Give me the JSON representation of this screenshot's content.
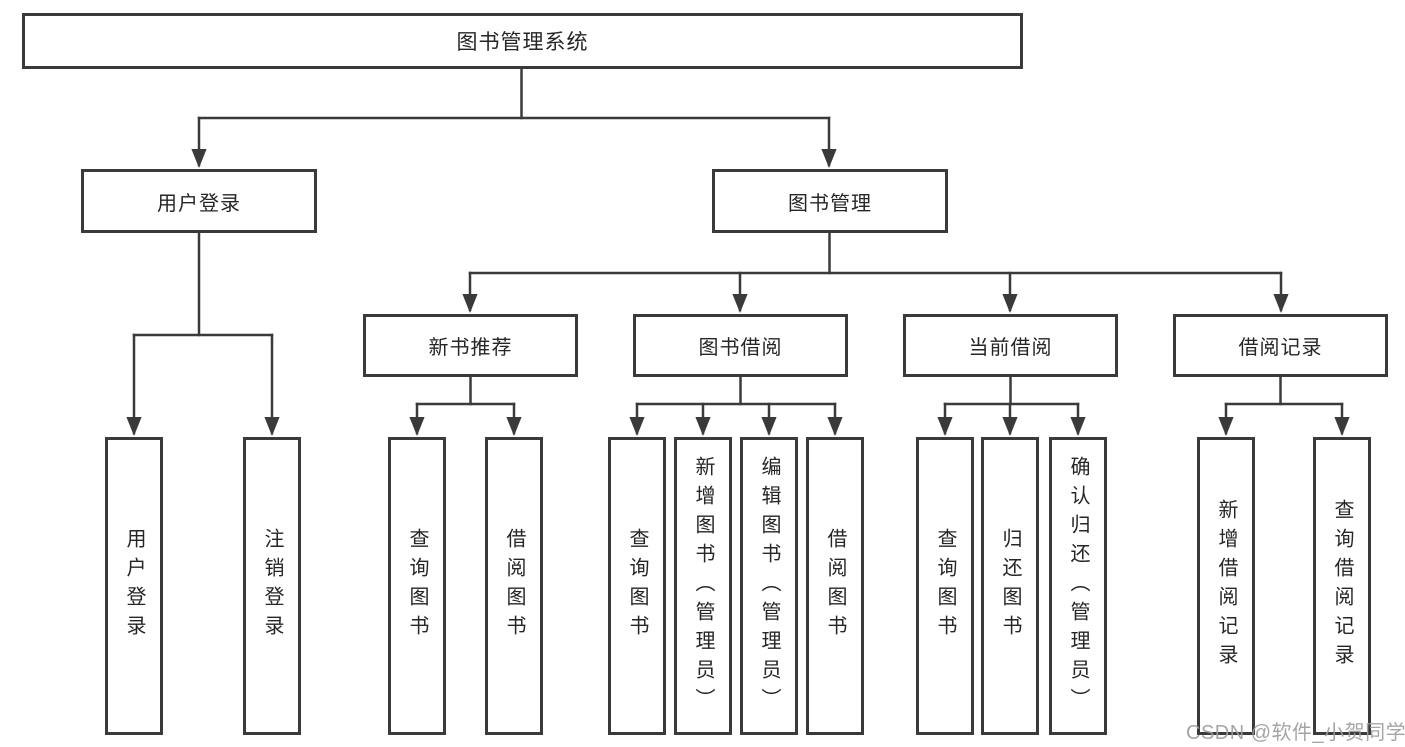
{
  "title": "图书管理系统",
  "watermark": "CSDN @软件_小贺同学",
  "colors": {
    "line": "#3a3a3a",
    "box_border": "#3a3a3a",
    "text": "#262626",
    "background": "#ffffff",
    "watermark": "#9e9e9e"
  },
  "tree": {
    "root": "图书管理系统",
    "children": [
      {
        "label": "用户登录",
        "leaves": [
          "用户登录",
          "注销登录"
        ]
      },
      {
        "label": "图书管理",
        "children": [
          {
            "label": "新书推荐",
            "leaves": [
              "查询图书",
              "借阅图书"
            ]
          },
          {
            "label": "图书借阅",
            "leaves": [
              "查询图书",
              "新增图书（管理员）",
              "编辑图书（管理员）",
              "借阅图书"
            ]
          },
          {
            "label": "当前借阅",
            "leaves": [
              "查询图书",
              "归还图书",
              "确认归还（管理员）"
            ]
          },
          {
            "label": "借阅记录",
            "leaves": [
              "新增借阅记录",
              "查询借阅记录"
            ]
          }
        ]
      }
    ]
  }
}
